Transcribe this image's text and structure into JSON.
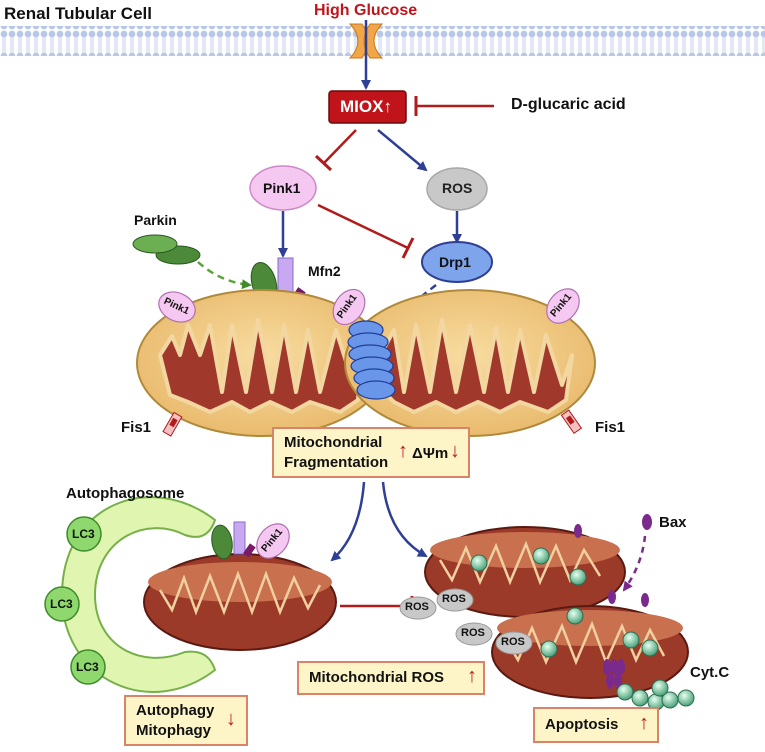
{
  "title": "Renal Tubular Cell",
  "high_glucose": "High Glucose",
  "miox": "MIOX",
  "d_glucaric": "D-glucaric acid",
  "pink1": "Pink1",
  "ros": "ROS",
  "parkin": "Parkin",
  "mfn2": "Mfn2",
  "drp1": "Drp1",
  "fis1": "Fis1",
  "frag_box": {
    "line1": "Mitochondrial",
    "line2": "Fragmentation",
    "dpsi": "ΔΨm"
  },
  "autophagosome": "Autophagosome",
  "lc3": "LC3",
  "bax": "Bax",
  "cytc": "Cyt.C",
  "mito_ros_box": "Mitochondrial ROS",
  "autophagy_box": {
    "line1": "Autophagy",
    "line2": "Mitophagy"
  },
  "apoptosis_box": "Apoptosis",
  "arrows": {
    "up": "↑",
    "down": "↓"
  },
  "colors": {
    "membrane": "#b9c8e6",
    "miox_fill": "#c0141a",
    "pink1_fill": "#f4c8f0",
    "ros_fill": "#c8c8c8",
    "drp1_fill": "#7ea4ec",
    "mito_outer": "#f2cf8a",
    "mito_inner": "#a0382c",
    "lc3_fill": "#8fd86e",
    "box_fill": "#fdf5c8",
    "box_border": "#d98468",
    "inhibit": "#b01b1b",
    "activate": "#2f3f94"
  }
}
